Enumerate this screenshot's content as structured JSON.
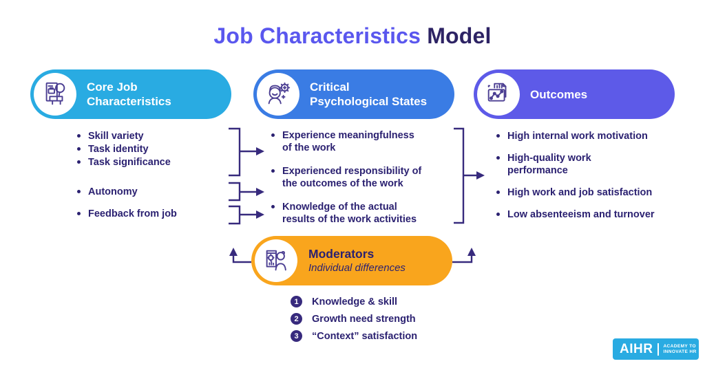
{
  "title": {
    "highlight": "Job Characteristics",
    "rest": "Model"
  },
  "colors": {
    "core_pill": "#29abe2",
    "psych_pill": "#3a7ce4",
    "outcomes_pill": "#5d5ae8",
    "moderators_pill": "#f9a51d",
    "title_accent": "#5a57ee",
    "title_dark": "#2d2364",
    "text_navy": "#2b2171",
    "connector": "#372a7d",
    "icon_stroke": "#4b3e92",
    "logo_bg": "#29abe2"
  },
  "pills": [
    {
      "id": "core",
      "header_lines": [
        "Core Job",
        "Characteristics"
      ],
      "icon": "resume-search-icon"
    },
    {
      "id": "psych",
      "header_lines": [
        "Critical",
        "Psychological States"
      ],
      "icon": "person-gear-icon"
    },
    {
      "id": "outcomes",
      "header_lines": [
        "Outcomes"
      ],
      "icon": "charts-icon"
    }
  ],
  "core_list": {
    "items": [
      "Skill variety",
      "Task identity",
      "Task significance",
      "Autonomy",
      "Feedback from job"
    ]
  },
  "psych_list": {
    "items": [
      {
        "lines": [
          "Experience meaningfulness",
          "of the work"
        ]
      },
      {
        "lines": [
          "Experienced responsibility of",
          "the outcomes of the work"
        ]
      },
      {
        "lines": [
          "Knowledge of the actual",
          "results of the work activities"
        ]
      }
    ]
  },
  "outcomes_list": {
    "items": [
      {
        "lines": [
          "High internal work motivation"
        ]
      },
      {
        "lines": [
          "High-quality work",
          "performance"
        ]
      },
      {
        "lines": [
          "High work and job satisfaction"
        ]
      },
      {
        "lines": [
          "Low absenteeism and turnover"
        ]
      }
    ]
  },
  "moderators": {
    "title": "Moderators",
    "subtitle": "Individual differences",
    "icon": "board-person-icon",
    "items": [
      {
        "num": "1",
        "label": "Knowledge & skill"
      },
      {
        "num": "2",
        "label": "Growth need strength"
      },
      {
        "num": "3",
        "label": "“Context” satisfaction"
      }
    ]
  },
  "logo": {
    "name": "AIHR",
    "tagline_lines": [
      "ACADEMY TO",
      "INNOVATE HR"
    ]
  }
}
